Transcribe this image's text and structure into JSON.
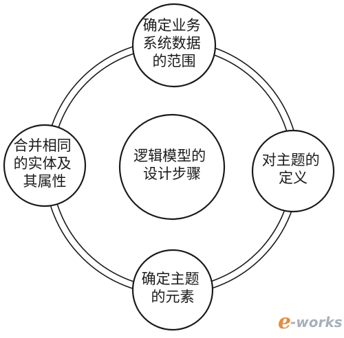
{
  "diagram": {
    "center": {
      "lines": [
        "逻辑模型的",
        "设计步骤"
      ]
    },
    "steps": {
      "top": {
        "lines": [
          "确定业务",
          "系统数据",
          "的范围"
        ]
      },
      "right": {
        "lines": [
          "对主题的",
          "定义"
        ]
      },
      "bottom": {
        "lines": [
          "确定主题",
          "的元素"
        ]
      },
      "left": {
        "lines": [
          "合并相同",
          "的实体及",
          "其属性"
        ]
      }
    },
    "colors": {
      "stroke": "#1a1a1a",
      "fill": "#ffffff",
      "watermark_e": "#e07a1f",
      "watermark_works": "#9aa3ad"
    }
  },
  "watermark": {
    "e": "e",
    "works": "-works"
  }
}
